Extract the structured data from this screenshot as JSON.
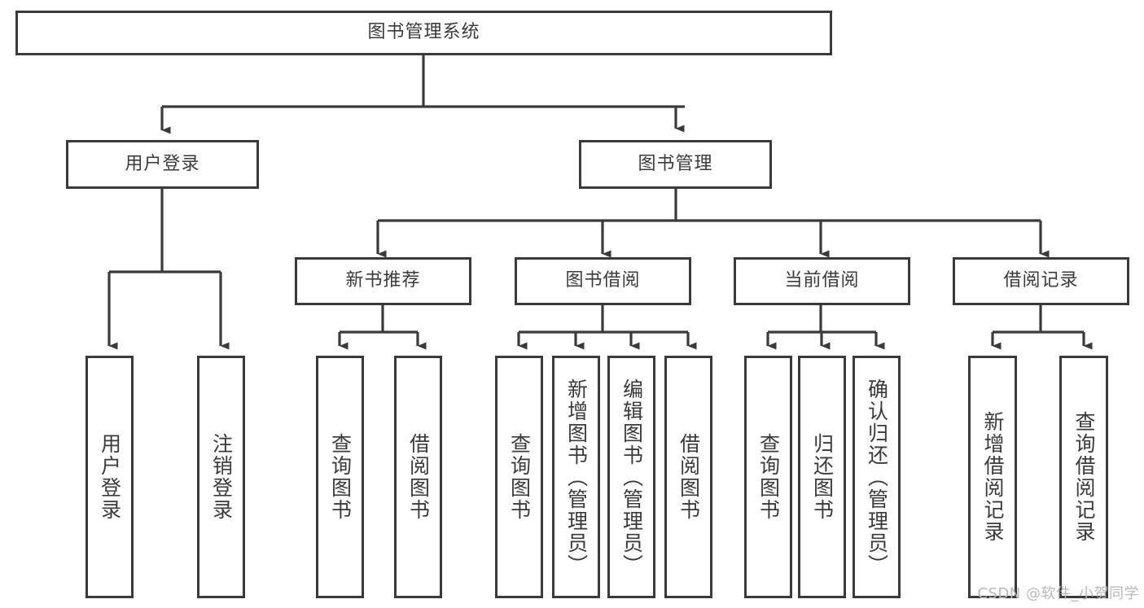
{
  "diagram": {
    "title": "图书管理系统",
    "type": "tree-hierarchy-diagram",
    "root": {
      "id": "root",
      "label": "图书管理系统"
    },
    "level1": [
      {
        "id": "user-login",
        "label": "用户登录"
      },
      {
        "id": "book-manage",
        "label": "图书管理"
      }
    ],
    "level2": [
      {
        "id": "new-book-recommend",
        "label": "新书推荐",
        "parent": "book-manage"
      },
      {
        "id": "book-borrow",
        "label": "图书借阅",
        "parent": "book-manage"
      },
      {
        "id": "current-borrow",
        "label": "当前借阅",
        "parent": "book-manage"
      },
      {
        "id": "borrow-record",
        "label": "借阅记录",
        "parent": "book-manage"
      }
    ],
    "leaves": [
      {
        "id": "leaf-user-login",
        "label": "用户登录",
        "parent": "user-login"
      },
      {
        "id": "leaf-logout",
        "label": "注销登录",
        "parent": "user-login"
      },
      {
        "id": "leaf-query-book-1",
        "label": "查询图书",
        "parent": "new-book-recommend"
      },
      {
        "id": "leaf-borrow-book-1",
        "label": "借阅图书",
        "parent": "new-book-recommend"
      },
      {
        "id": "leaf-query-book-2",
        "label": "查询图书",
        "parent": "book-borrow"
      },
      {
        "id": "leaf-add-book",
        "label": "新增图书（管理员）",
        "parent": "book-borrow"
      },
      {
        "id": "leaf-edit-book",
        "label": "编辑图书（管理员）",
        "parent": "book-borrow"
      },
      {
        "id": "leaf-borrow-book-2",
        "label": "借阅图书",
        "parent": "book-borrow"
      },
      {
        "id": "leaf-query-book-3",
        "label": "查询图书",
        "parent": "current-borrow"
      },
      {
        "id": "leaf-return-book",
        "label": "归还图书",
        "parent": "current-borrow"
      },
      {
        "id": "leaf-confirm-return",
        "label": "确认归还（管理员）",
        "parent": "current-borrow"
      },
      {
        "id": "leaf-add-record",
        "label": "新增借阅记录",
        "parent": "borrow-record"
      },
      {
        "id": "leaf-query-record",
        "label": "查询借阅记录",
        "parent": "borrow-record"
      }
    ],
    "colors": {
      "border": "#3a3a3a",
      "text": "#3a3a3a",
      "background": "#ffffff",
      "connector": "#3a3a3a",
      "watermark": "#b9b9b9"
    }
  },
  "watermark": {
    "text": "CSDN @软件_小贺同学"
  }
}
